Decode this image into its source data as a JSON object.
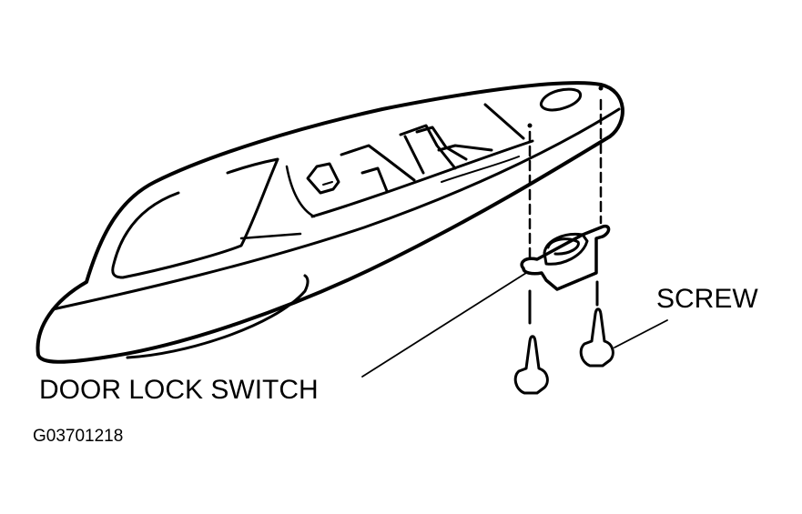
{
  "diagram": {
    "title": "Door armrest switch panel with door lock switch and screws (exploded view)",
    "labels": {
      "door_lock_switch": "DOOR LOCK SWITCH",
      "screw": "SCREW",
      "figure_code": "G03701218"
    },
    "parts": [
      "armrest switch panel",
      "door lock switch",
      "screw",
      "screw"
    ],
    "colors": {
      "line": "#000000",
      "background": "#ffffff"
    }
  }
}
